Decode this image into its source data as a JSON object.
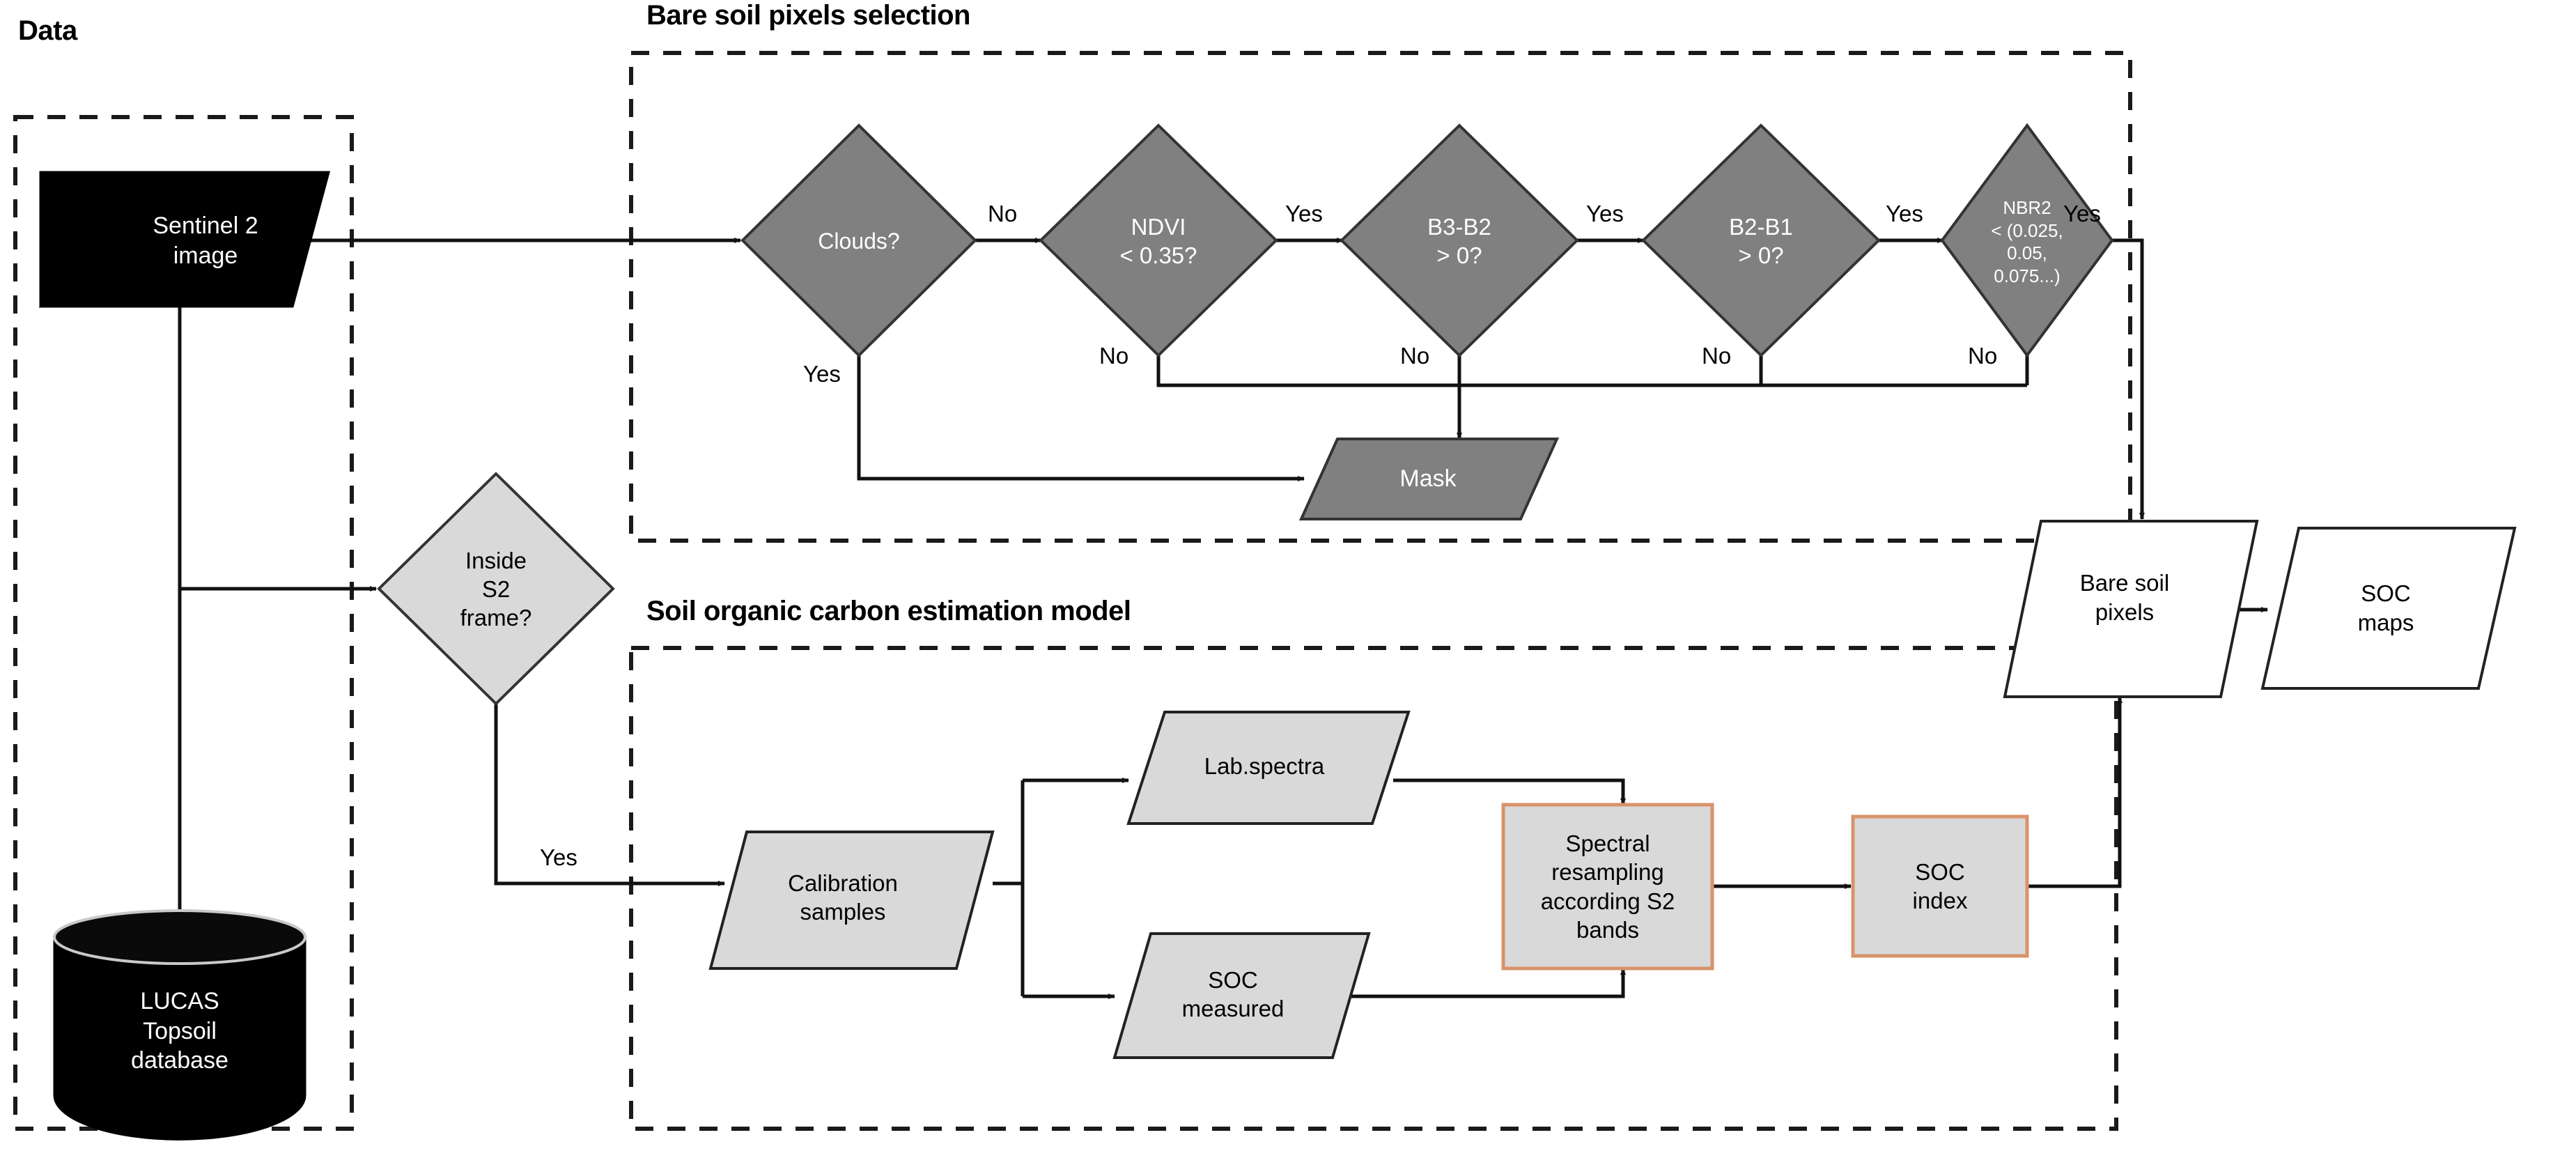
{
  "figure": {
    "type": "flowchart",
    "description": "Workflow for bare soil pixel selection and soil organic carbon estimation from Sentinel-2 imagery"
  },
  "groups": [
    {
      "id": "data",
      "title": "Data"
    },
    {
      "id": "bare_soil",
      "title": "Bare soil pixels selection"
    },
    {
      "id": "soc_model",
      "title": "Soil organic carbon estimation model"
    }
  ],
  "nodes": {
    "sentinel2": {
      "label": "Sentinel 2\nimage",
      "shape": "parallelogram",
      "fill": "#000000",
      "text_color": "#ffffff"
    },
    "lucas": {
      "label": "LUCAS\nTopsoil\ndatabase",
      "shape": "cylinder",
      "fill": "#000000",
      "text_color": "#ffffff"
    },
    "inside_s2": {
      "label": "Inside\nS2\nframe?",
      "shape": "diamond",
      "fill": "#d9d9d9",
      "text_color": "#000000"
    },
    "clouds": {
      "label": "Clouds?",
      "shape": "diamond",
      "fill": "#808080",
      "text_color": "#ffffff"
    },
    "ndvi": {
      "label": "NDVI\n< 0.35?",
      "shape": "diamond",
      "fill": "#808080",
      "text_color": "#ffffff"
    },
    "b3b2": {
      "label": "B3-B2\n> 0?",
      "shape": "diamond",
      "fill": "#808080",
      "text_color": "#ffffff"
    },
    "b2b1": {
      "label": "B2-B1\n> 0?",
      "shape": "diamond",
      "fill": "#808080",
      "text_color": "#ffffff"
    },
    "nbr2": {
      "label": "NBR2\n< (0.025,\n0.05,\n0.075...)",
      "shape": "diamond",
      "fill": "#808080",
      "text_color": "#ffffff"
    },
    "mask": {
      "label": "Mask",
      "shape": "parallelogram",
      "fill": "#808080",
      "text_color": "#ffffff"
    },
    "bare_soil_pixels": {
      "label": "Bare soil\npixels",
      "shape": "parallelogram",
      "fill": "#ffffff",
      "text_color": "#000000"
    },
    "soc_maps": {
      "label": "SOC\nmaps",
      "shape": "parallelogram",
      "fill": "#ffffff",
      "text_color": "#000000"
    },
    "calibration": {
      "label": "Calibration\nsamples",
      "shape": "parallelogram",
      "fill": "#d9d9d9",
      "text_color": "#000000"
    },
    "lab_spectra": {
      "label": "Lab.spectra",
      "shape": "parallelogram",
      "fill": "#d9d9d9",
      "text_color": "#000000"
    },
    "soc_measured": {
      "label": "SOC\nmeasured",
      "shape": "parallelogram",
      "fill": "#d9d9d9",
      "text_color": "#000000"
    },
    "spectral_resampling": {
      "label": "Spectral\nresampling\naccording S2\nbands",
      "shape": "rect",
      "fill": "#d9d9d9",
      "border": "#d9936a",
      "text_color": "#000000"
    },
    "soc_index": {
      "label": "SOC\nindex",
      "shape": "rect",
      "fill": "#d9d9d9",
      "border": "#d9936a",
      "text_color": "#000000"
    }
  },
  "edge_labels": {
    "clouds_no": "No",
    "clouds_yes": "Yes",
    "ndvi_yes": "Yes",
    "ndvi_no": "No",
    "b3b2_yes": "Yes",
    "b3b2_no": "No",
    "b2b1_yes": "Yes",
    "b2b1_no": "No",
    "nbr2_yes": "Yes",
    "nbr2_no": "No",
    "inside_s2_yes": "Yes"
  },
  "colors": {
    "dark_gray": "#808080",
    "light_gray": "#d9d9d9",
    "black": "#000000",
    "orange_border": "#d9936a",
    "stroke": "#1a1a1a"
  }
}
